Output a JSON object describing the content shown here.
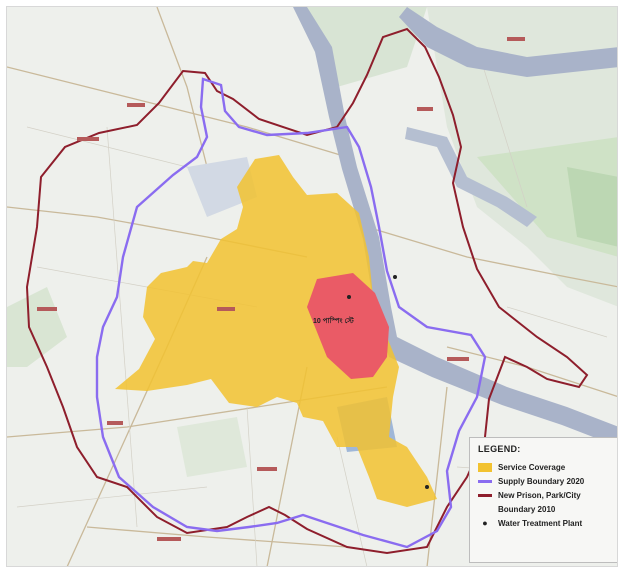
{
  "colors": {
    "service_coverage": "#f2c230",
    "core_zone": "#ea5b66",
    "supply_boundary": "#8a6cf0",
    "city_boundary": "#8e1e2c",
    "river": "#a9b3c9",
    "green": "#cfe2c6",
    "road": "#c9b99a"
  },
  "map": {
    "core_label": "10 পাস্পিং স্টে"
  },
  "legend": {
    "title": "LEGEND:",
    "items": [
      {
        "label": "Service Coverage",
        "kind": "fill",
        "color": "#f2c230"
      },
      {
        "label": "Supply Boundary 2020",
        "kind": "line",
        "color": "#8a6cf0"
      },
      {
        "label": "New Prison, Park/City",
        "kind": "line",
        "color": "#8e1e2c"
      },
      {
        "label": "Boundary 2010",
        "kind": "none",
        "color": ""
      },
      {
        "label": "Water Treatment Plant",
        "kind": "dot",
        "color": "#222222"
      }
    ]
  }
}
